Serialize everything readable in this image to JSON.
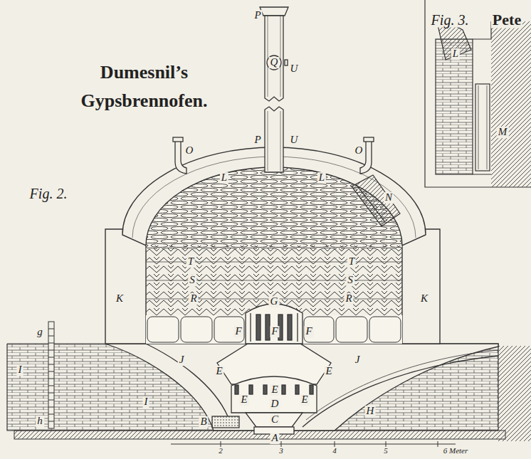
{
  "diagram": {
    "title": "Dumesnil’s Gypsbrennofen.",
    "labels": [
      "Fig. 2.",
      "Fig. 3.",
      "Pete",
      "P",
      "Q",
      "U",
      "U",
      "P",
      "O",
      "O",
      "L",
      "L",
      "N",
      "K",
      "K",
      "T",
      "T",
      "S",
      "S",
      "R",
      "R",
      "G",
      "F",
      "F",
      "F",
      "E",
      "E",
      "E",
      "E",
      "E",
      "D",
      "C",
      "A",
      "B",
      "J",
      "J",
      "H",
      "I",
      "I",
      "g",
      "h",
      "L",
      "M",
      "2",
      "3",
      "4",
      "5",
      "6 Meter"
    ]
  }
}
